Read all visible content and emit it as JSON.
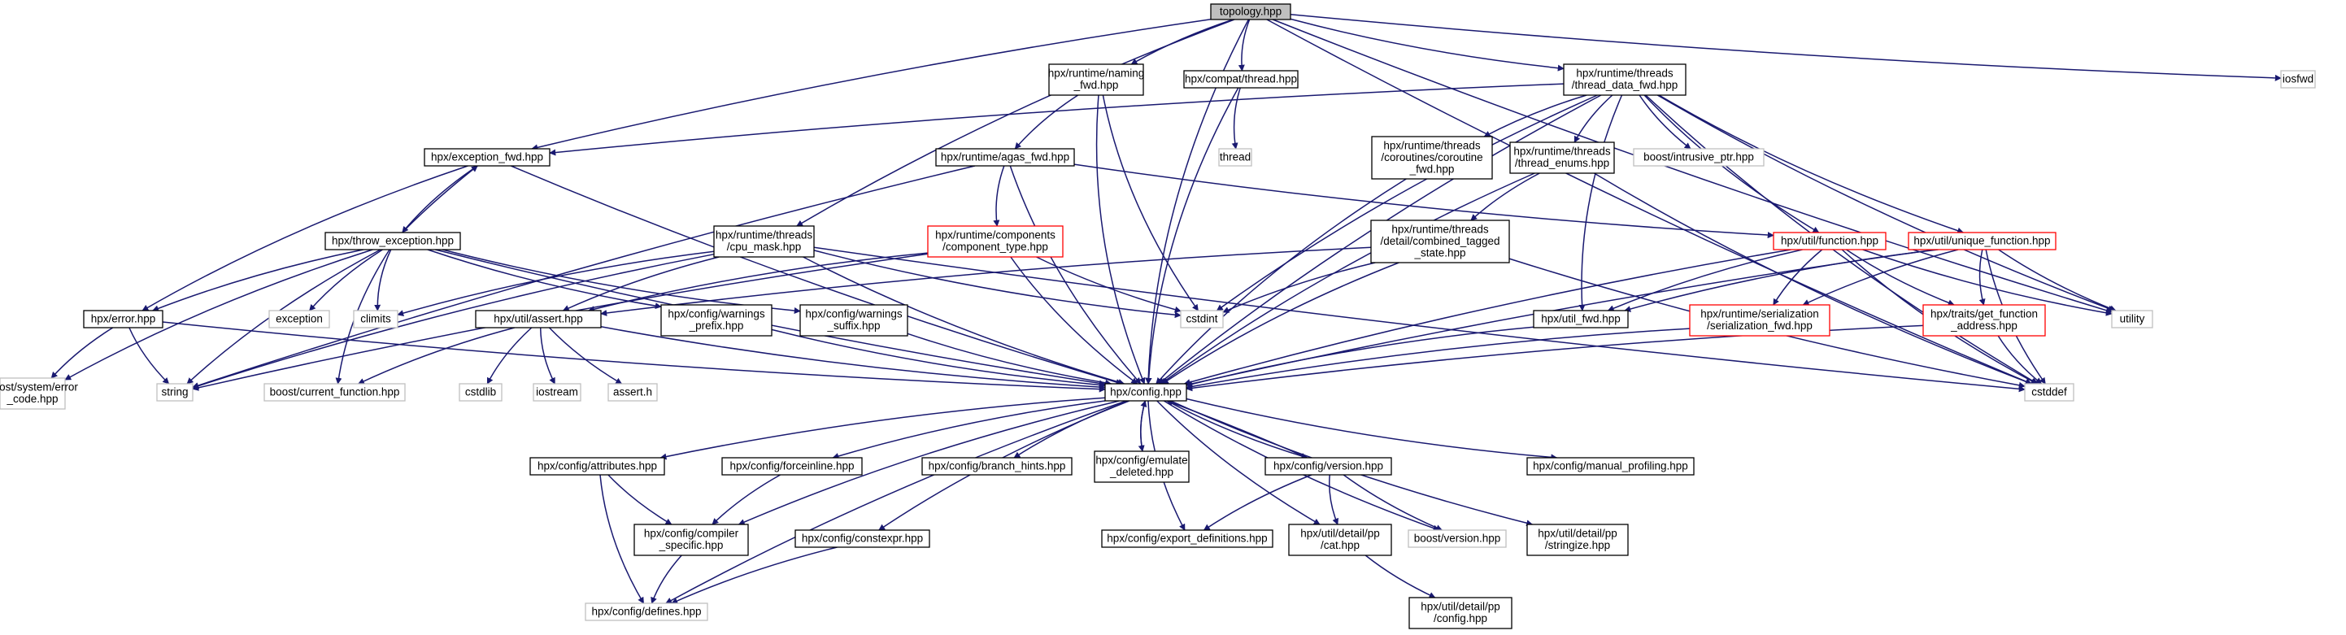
{
  "colors": {
    "edge": "#191970",
    "root_fill": "#bfbfbf",
    "root_border": "#000000",
    "doc_border": "#000000",
    "undoc_border": "#ff0000",
    "external_border": "#bfbfbf",
    "text": "#000000"
  },
  "nodes": [
    {
      "id": "topology",
      "kind": "root",
      "lines": [
        "topology.hpp"
      ]
    },
    {
      "id": "naming_fwd",
      "kind": "doc",
      "lines": [
        "hpx/runtime/naming",
        "_fwd.hpp"
      ]
    },
    {
      "id": "compat_thread",
      "kind": "doc",
      "lines": [
        "hpx/compat/thread.hpp"
      ]
    },
    {
      "id": "thread_data_fwd",
      "kind": "doc",
      "lines": [
        "hpx/runtime/threads",
        "/thread_data_fwd.hpp"
      ]
    },
    {
      "id": "iosfwd",
      "kind": "ext",
      "lines": [
        "iosfwd"
      ]
    },
    {
      "id": "exception_fwd",
      "kind": "doc",
      "lines": [
        "hpx/exception_fwd.hpp"
      ]
    },
    {
      "id": "agas_fwd",
      "kind": "doc",
      "lines": [
        "hpx/runtime/agas_fwd.hpp"
      ]
    },
    {
      "id": "thread",
      "kind": "ext",
      "lines": [
        "thread"
      ]
    },
    {
      "id": "coroutine_fwd",
      "kind": "doc",
      "lines": [
        "hpx/runtime/threads",
        "/coroutines/coroutine",
        "_fwd.hpp"
      ]
    },
    {
      "id": "thread_enums",
      "kind": "doc",
      "lines": [
        "hpx/runtime/threads",
        "/thread_enums.hpp"
      ]
    },
    {
      "id": "intrusive_ptr",
      "kind": "ext",
      "lines": [
        "boost/intrusive_ptr.hpp"
      ]
    },
    {
      "id": "throw_exception",
      "kind": "doc",
      "lines": [
        "hpx/throw_exception.hpp"
      ]
    },
    {
      "id": "cpu_mask",
      "kind": "doc",
      "lines": [
        "hpx/runtime/threads",
        "/cpu_mask.hpp"
      ]
    },
    {
      "id": "component_type",
      "kind": "undoc",
      "lines": [
        "hpx/runtime/components",
        "/component_type.hpp"
      ]
    },
    {
      "id": "combined_tagged",
      "kind": "doc",
      "lines": [
        "hpx/runtime/threads",
        "/detail/combined_tagged",
        "_state.hpp"
      ]
    },
    {
      "id": "util_function",
      "kind": "undoc",
      "lines": [
        "hpx/util/function.hpp"
      ]
    },
    {
      "id": "unique_function",
      "kind": "undoc",
      "lines": [
        "hpx/util/unique_function.hpp"
      ]
    },
    {
      "id": "error",
      "kind": "doc",
      "lines": [
        "hpx/error.hpp"
      ]
    },
    {
      "id": "exception",
      "kind": "ext",
      "lines": [
        "exception"
      ]
    },
    {
      "id": "climits",
      "kind": "ext",
      "lines": [
        "climits"
      ]
    },
    {
      "id": "util_assert",
      "kind": "doc",
      "lines": [
        "hpx/util/assert.hpp"
      ]
    },
    {
      "id": "warnings_prefix",
      "kind": "doc",
      "lines": [
        "hpx/config/warnings",
        "_prefix.hpp"
      ]
    },
    {
      "id": "warnings_suffix",
      "kind": "doc",
      "lines": [
        "hpx/config/warnings",
        "_suffix.hpp"
      ]
    },
    {
      "id": "cstdint",
      "kind": "ext",
      "lines": [
        "cstdint"
      ]
    },
    {
      "id": "util_fwd",
      "kind": "doc",
      "lines": [
        "hpx/util_fwd.hpp"
      ]
    },
    {
      "id": "serialization_fwd",
      "kind": "undoc",
      "lines": [
        "hpx/runtime/serialization",
        "/serialization_fwd.hpp"
      ]
    },
    {
      "id": "get_function_address",
      "kind": "undoc",
      "lines": [
        "hpx/traits/get_function",
        "_address.hpp"
      ]
    },
    {
      "id": "utility",
      "kind": "ext",
      "lines": [
        "utility"
      ]
    },
    {
      "id": "error_code",
      "kind": "ext",
      "lines": [
        "boost/system/error",
        "_code.hpp"
      ]
    },
    {
      "id": "string",
      "kind": "ext",
      "lines": [
        "string"
      ]
    },
    {
      "id": "current_function",
      "kind": "ext",
      "lines": [
        "boost/current_function.hpp"
      ]
    },
    {
      "id": "cstdlib",
      "kind": "ext",
      "lines": [
        "cstdlib"
      ]
    },
    {
      "id": "iostream",
      "kind": "ext",
      "lines": [
        "iostream"
      ]
    },
    {
      "id": "assert_h",
      "kind": "ext",
      "lines": [
        "assert.h"
      ]
    },
    {
      "id": "config",
      "kind": "doc",
      "lines": [
        "hpx/config.hpp"
      ]
    },
    {
      "id": "cstddef",
      "kind": "ext",
      "lines": [
        "cstddef"
      ]
    },
    {
      "id": "attributes",
      "kind": "doc",
      "lines": [
        "hpx/config/attributes.hpp"
      ]
    },
    {
      "id": "forceinline",
      "kind": "doc",
      "lines": [
        "hpx/config/forceinline.hpp"
      ]
    },
    {
      "id": "branch_hints",
      "kind": "doc",
      "lines": [
        "hpx/config/branch_hints.hpp"
      ]
    },
    {
      "id": "emulate_deleted",
      "kind": "doc",
      "lines": [
        "hpx/config/emulate",
        "_deleted.hpp"
      ]
    },
    {
      "id": "version",
      "kind": "doc",
      "lines": [
        "hpx/config/version.hpp"
      ]
    },
    {
      "id": "manual_profiling",
      "kind": "doc",
      "lines": [
        "hpx/config/manual_profiling.hpp"
      ]
    },
    {
      "id": "compiler_specific",
      "kind": "doc",
      "lines": [
        "hpx/config/compiler",
        "_specific.hpp"
      ]
    },
    {
      "id": "constexpr",
      "kind": "doc",
      "lines": [
        "hpx/config/constexpr.hpp"
      ]
    },
    {
      "id": "export_definitions",
      "kind": "doc",
      "lines": [
        "hpx/config/export_definitions.hpp"
      ]
    },
    {
      "id": "pp_cat",
      "kind": "doc",
      "lines": [
        "hpx/util/detail/pp",
        "/cat.hpp"
      ]
    },
    {
      "id": "boost_version",
      "kind": "ext",
      "lines": [
        "boost/version.hpp"
      ]
    },
    {
      "id": "pp_stringize",
      "kind": "doc",
      "lines": [
        "hpx/util/detail/pp",
        "/stringize.hpp"
      ]
    },
    {
      "id": "defines",
      "kind": "ext",
      "lines": [
        "hpx/config/defines.hpp"
      ]
    },
    {
      "id": "pp_config",
      "kind": "doc",
      "lines": [
        "hpx/util/detail/pp",
        "/config.hpp"
      ]
    }
  ]
}
